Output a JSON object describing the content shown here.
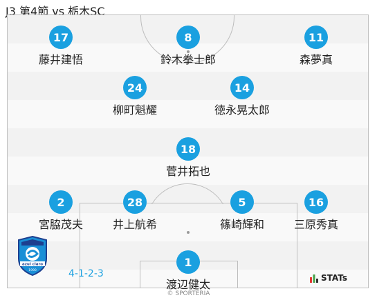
{
  "header": {
    "title": "J3 第4節 vs 栃木SC"
  },
  "pitch": {
    "stripe_colors": [
      "#f2f2f2",
      "#f8f8f8"
    ],
    "line_color": "#bdbdbd"
  },
  "players": [
    {
      "number": "17",
      "name": "藤井建悟"
    },
    {
      "number": "8",
      "name": "鈴木拳士郎"
    },
    {
      "number": "11",
      "name": "森夢真"
    },
    {
      "number": "24",
      "name": "柳町魁耀"
    },
    {
      "number": "14",
      "name": "徳永晃太郎"
    },
    {
      "number": "18",
      "name": "菅井拓也"
    },
    {
      "number": "2",
      "name": "宮脇茂夫"
    },
    {
      "number": "28",
      "name": "井上航希"
    },
    {
      "number": "5",
      "name": "篠崎輝和"
    },
    {
      "number": "16",
      "name": "三原秀真"
    },
    {
      "number": "1",
      "name": "渡辺健太"
    }
  ],
  "formation": "4-1-2-3",
  "crest": {
    "text": "azul claro",
    "year": "1990",
    "icon": "club-crest-icon"
  },
  "stats_logo": {
    "text": "STATs",
    "icon": "stats-bars-icon"
  },
  "credit": "© SPORTERIA",
  "colors": {
    "badge": "#1aa0e0",
    "crest_blue": "#1a8fd6",
    "crest_navy": "#1d3f8f"
  }
}
